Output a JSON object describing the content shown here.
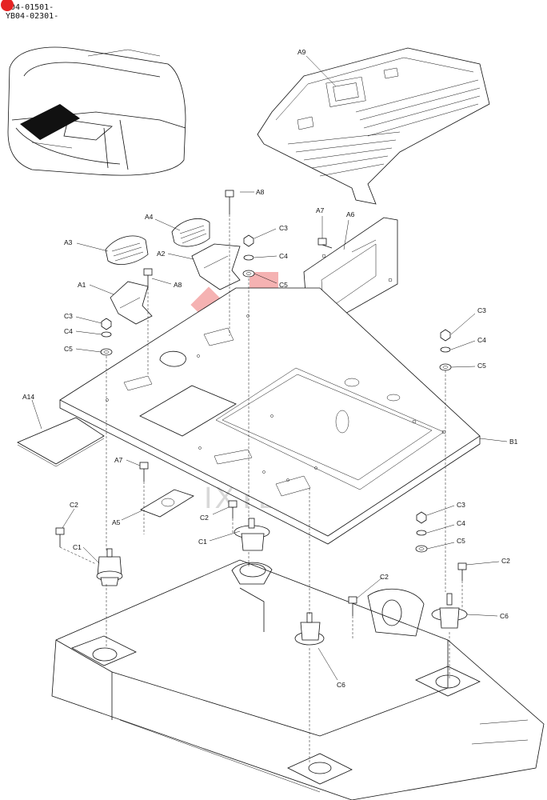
{
  "serial_numbers": [
    "A04-01501-",
    "YB04-02301-"
  ],
  "watermark_text": "IXTEX",
  "accent_color": "#e52424",
  "callouts": {
    "a9": "A9",
    "a8_top": "A8",
    "a4": "A4",
    "a7_top": "A7",
    "a6": "A6",
    "c3_top": "C3",
    "a3": "A3",
    "a2": "A2",
    "c4_top": "C4",
    "c5_top": "C5",
    "a1": "A1",
    "a8_mid": "A8",
    "c3_left": "C3",
    "c4_left": "C4",
    "c5_left": "C5",
    "c3_right": "C3",
    "c4_right": "C4",
    "c5_right": "C5",
    "a14": "A14",
    "b1": "B1",
    "a7_bottom": "A7",
    "a5": "A5",
    "c2_left": "C2",
    "c2_center": "C2",
    "c1_center": "C1",
    "c1_left": "C1",
    "c3_lower": "C3",
    "c4_lower": "C4",
    "c5_lower": "C5",
    "c2_lower_right": "C2",
    "c2_mid": "C2",
    "c6_right": "C6",
    "c6_center": "C6"
  }
}
